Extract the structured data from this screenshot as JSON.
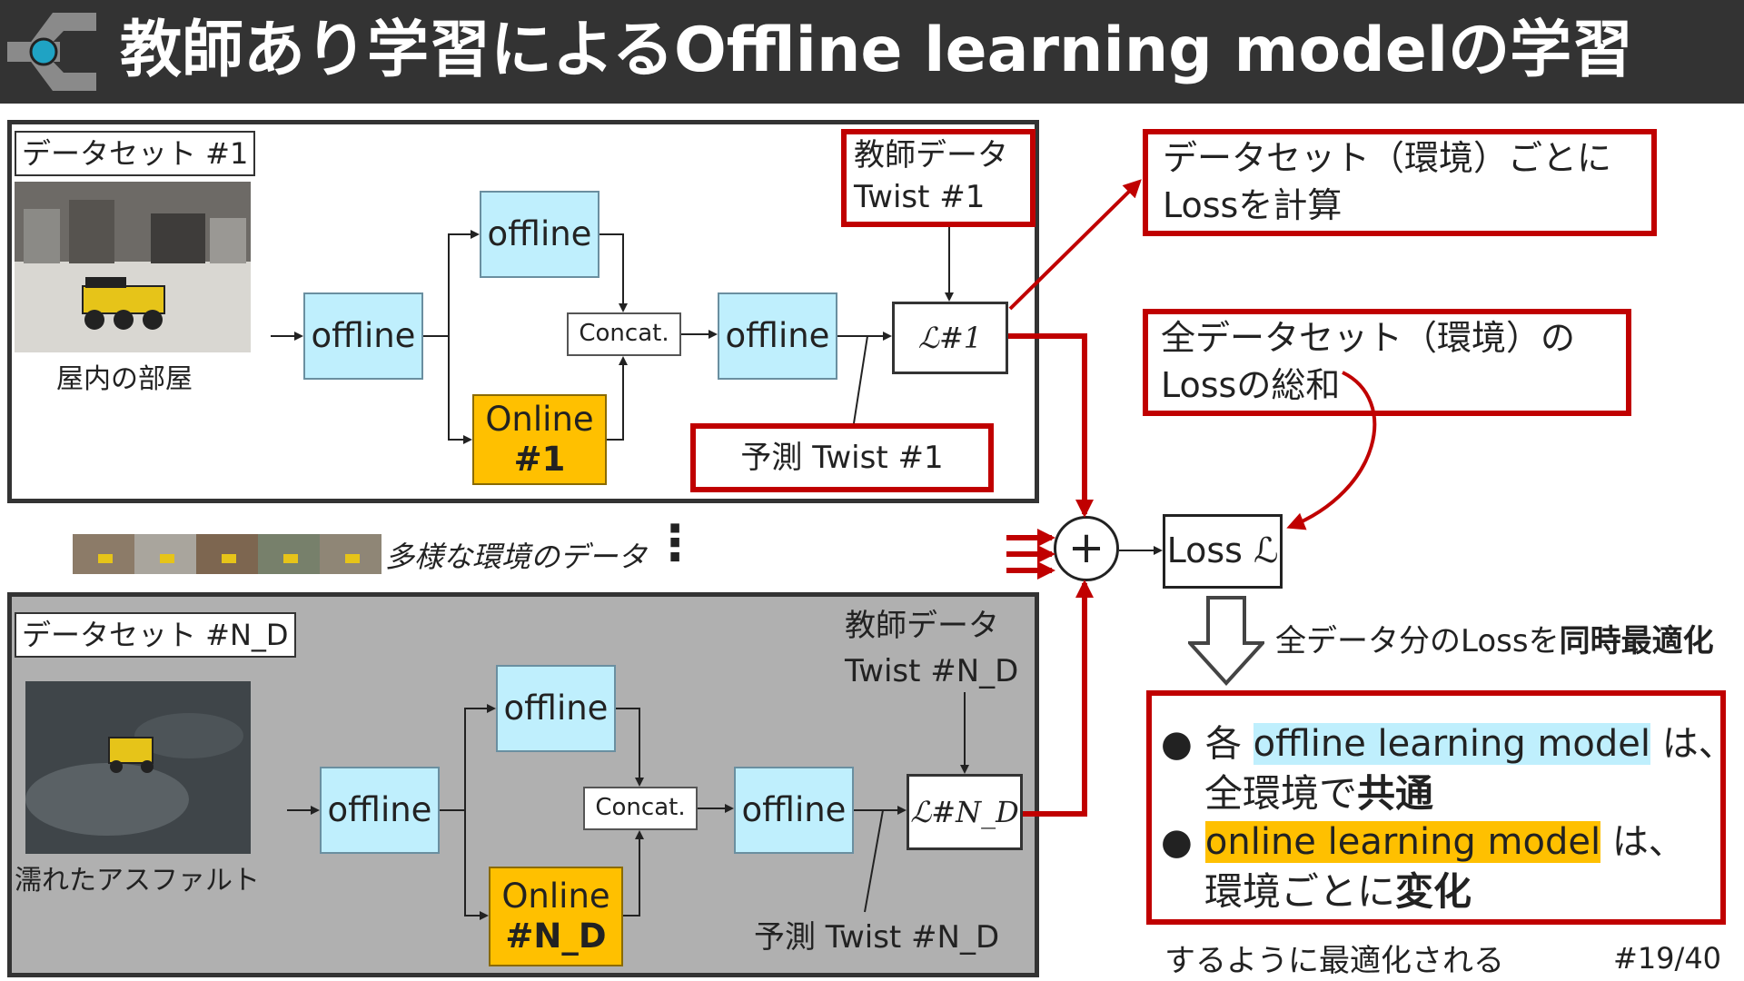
{
  "title": "教師あり学習によるOffline learning modelの学習",
  "panel1": {
    "dataset_label": "データセット #1",
    "photo_caption": "屋内の部屋",
    "nodes": {
      "offline_a": "offline",
      "offline_b": "offline",
      "online": [
        "Online",
        "#1"
      ],
      "concat": "Concat.",
      "offline_c": "offline",
      "loss": "ℒ#1"
    },
    "teacher": [
      "教師データ",
      "Twist #1"
    ],
    "prediction": "予測 Twist #1"
  },
  "middle": {
    "diverse_caption": "多様な環境のデータ",
    "vdots": "⋮"
  },
  "panel2": {
    "dataset_label": "データセット #N_D",
    "photo_caption": "濡れたアスファルト",
    "nodes": {
      "offline_a": "offline",
      "offline_b": "offline",
      "online": [
        "Online",
        "#N_D"
      ],
      "concat": "Concat.",
      "offline_c": "offline",
      "loss": "ℒ#N_D"
    },
    "teacher": [
      "教師データ",
      "Twist #N_D"
    ],
    "prediction": "予測 Twist #N_D"
  },
  "callouts": {
    "per_dataset": [
      "データセット（環境）ごとに",
      "Lossを計算"
    ],
    "total": [
      "全データセット（環境）の",
      "Lossの総和"
    ]
  },
  "sum_symbol": "+",
  "total_loss": "Loss ℒ",
  "optimize_caption": {
    "prefix": "全データ分のLossを",
    "bold": "同時最適化"
  },
  "result": {
    "bullet1": {
      "lead": "各",
      "highlight": "offline learning model",
      "tail": "は、",
      "line2": "全環境で",
      "line2_bold": "共通"
    },
    "bullet2": {
      "highlight": "online learning model",
      "tail": "は、",
      "line2": "環境ごとに",
      "line2_bold": "変化"
    }
  },
  "footer_caption": "するように最適化される",
  "page_number": "#19/40",
  "colors": {
    "accent_red": "#c00000",
    "offline_fill": "#bfeffd",
    "online_fill": "#ffc000",
    "title_bar": "#333333"
  }
}
